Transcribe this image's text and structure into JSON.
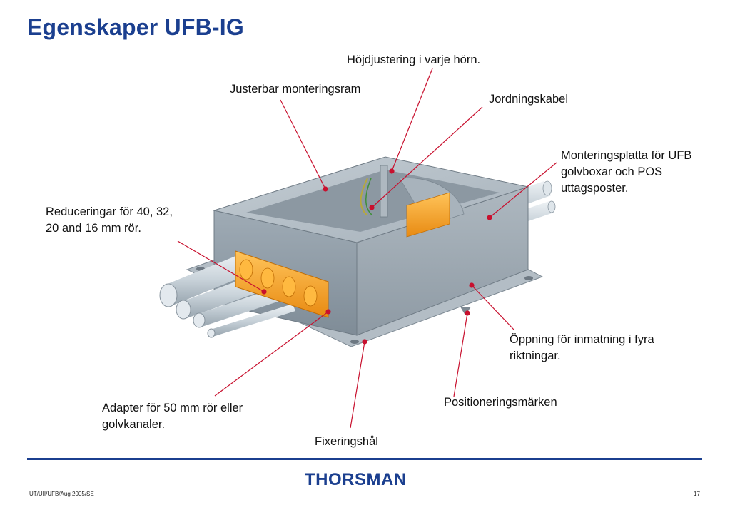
{
  "slide": {
    "title": "Egenskaper UFB-IG"
  },
  "labels": {
    "height_adjust": "Höjdjustering i varje hörn.",
    "mounting_frame": "Justerbar monteringsram",
    "earth_cable": "Jordningskabel",
    "mounting_plate_line1": "Monteringsplatta för UFB",
    "mounting_plate_line2": "golvboxar och POS",
    "mounting_plate_line3": "uttagsposter.",
    "reducers_line1": "Reduceringar för 40, 32,",
    "reducers_line2": "20 and 16 mm rör.",
    "opening_line1": "Öppning för inmatning i fyra",
    "opening_line2": "riktningar.",
    "positioning_marks": "Positioneringsmärken",
    "adapter_line1": "Adapter för 50 mm rör eller",
    "adapter_line2": "golvkanaler.",
    "fixing_holes": "Fixeringshål"
  },
  "footer": {
    "logo_text": "THORSMAN",
    "document_ref": "UT/UII/UFB/Aug 2005/SE",
    "page_number": "17"
  },
  "colors": {
    "title": "#1b3f8f",
    "callout_line": "#c8102e",
    "callout_dot": "#c8102e",
    "box_metal": "#9aa6b0",
    "reducer_orange": "#f5a623",
    "divider": "#1b3f8f"
  }
}
